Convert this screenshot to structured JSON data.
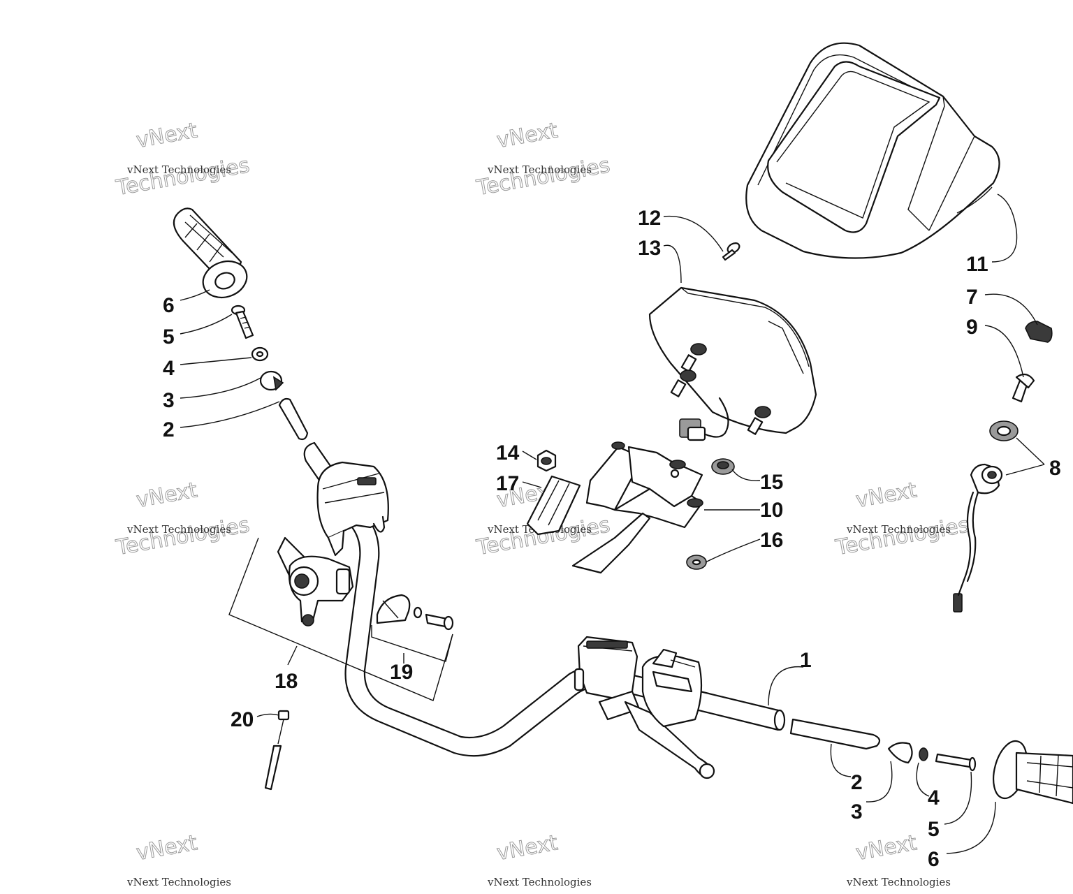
{
  "watermark": {
    "line1": "vNext Technologies",
    "line2_big": "Technologies",
    "line2_top": "vNext"
  },
  "callouts": {
    "c1": "1",
    "c2a": "2",
    "c2b": "2",
    "c3a": "3",
    "c3b": "3",
    "c4a": "4",
    "c4b": "4",
    "c5a": "5",
    "c5b": "5",
    "c6a": "6",
    "c6b": "6",
    "c7": "7",
    "c8": "8",
    "c9": "9",
    "c10": "10",
    "c11": "11",
    "c12": "12",
    "c13": "13",
    "c14": "14",
    "c15": "15",
    "c16": "16",
    "c17": "17",
    "c18": "18",
    "c19": "19",
    "c20": "20"
  }
}
